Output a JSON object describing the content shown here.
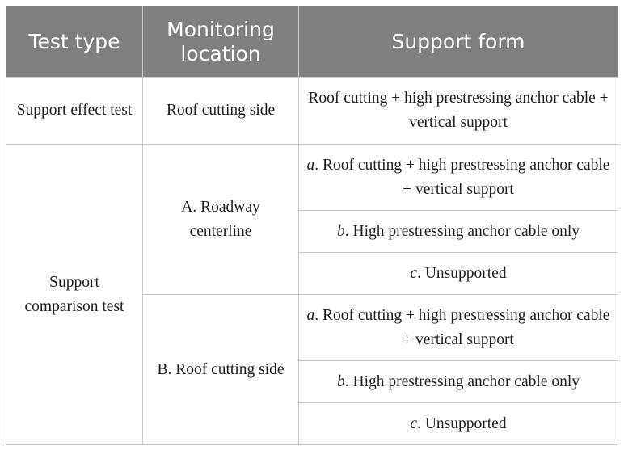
{
  "table": {
    "headers": [
      "Test type",
      "Monitoring location",
      "Support form"
    ],
    "effect_row": {
      "test_type": "Support effect test",
      "location": "Roof cutting side",
      "support_form": "Roof cutting + high prestressing anchor cable + vertical support"
    },
    "comparison": {
      "test_type": "Support comparison test",
      "groups": [
        {
          "location": "A. Roadway centerline",
          "options": [
            {
              "tag": "a",
              "text": ". Roof cutting + high prestressing anchor cable + vertical support"
            },
            {
              "tag": "b",
              "text": ". High prestressing anchor cable only"
            },
            {
              "tag": "c",
              "text": ". Unsupported"
            }
          ]
        },
        {
          "location": "B. Roof cutting side",
          "options": [
            {
              "tag": "a",
              "text": ". Roof cutting + high prestressing anchor cable + vertical support"
            },
            {
              "tag": "b",
              "text": ". High prestressing anchor cable only"
            },
            {
              "tag": "c",
              "text": ". Unsupported"
            }
          ]
        }
      ]
    }
  }
}
